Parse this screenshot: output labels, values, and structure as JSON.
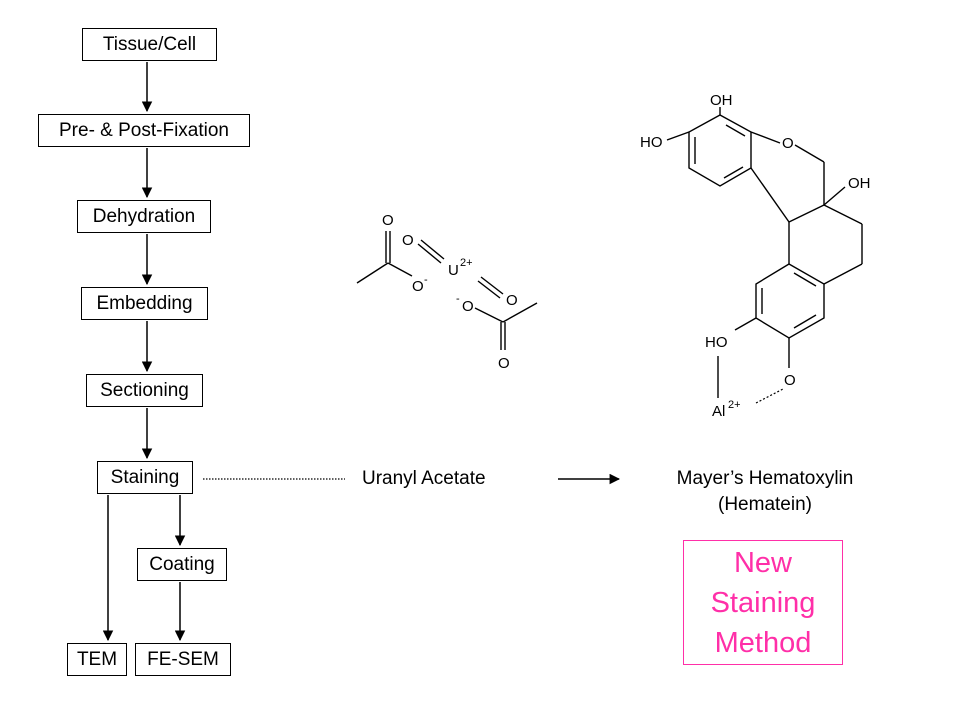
{
  "workflow": {
    "tissue": "Tissue/Cell",
    "fixation": "Pre- & Post-Fixation",
    "dehydration": "Dehydration",
    "embedding": "Embedding",
    "sectioning": "Sectioning",
    "staining": "Staining",
    "coating": "Coating",
    "tem": "TEM",
    "fesem": "FE-SEM"
  },
  "uranyl": {
    "name": "Uranyl Acetate",
    "atoms": {
      "o_top": "O",
      "o_minus_1": "O",
      "minus_1": "-",
      "u": "U",
      "u_charge": "2+",
      "o_right": "O",
      "minus_2": "-",
      "o_minus_2": "O",
      "o_bottom": "O"
    }
  },
  "hematein": {
    "name_line1": "Mayer’s Hematoxylin",
    "name_line2": "(Hematein)",
    "atoms": {
      "oh_top": "OH",
      "ho_left": "HO",
      "ring_o": "O",
      "oh_right": "OH",
      "ho_lower": "HO",
      "o_lower": "O",
      "al": "Al",
      "al_charge": "2+"
    }
  },
  "new_method": {
    "line1": "New",
    "line2": "Staining",
    "line3": "Method",
    "color": "#ff2fa8"
  }
}
